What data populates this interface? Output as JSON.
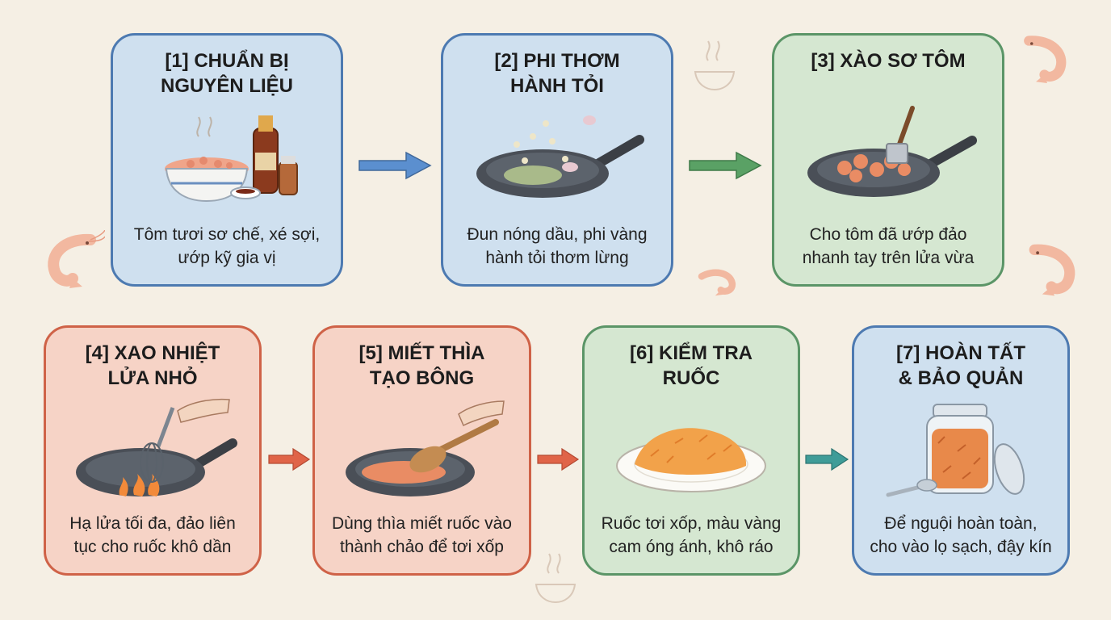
{
  "steps": [
    {
      "title": "[1] CHUẨN BỊ\nNGUYÊN LIỆU",
      "desc": "Tôm tươi sơ chế, xé sợi,\nướp kỹ gia vị"
    },
    {
      "title": "[2] PHI THƠM\nHÀNH TỎI",
      "desc": "Đun nóng dầu, phi vàng\nhành tỏi thơm lừng"
    },
    {
      "title": "[3] XÀO SƠ TÔM",
      "desc": "Cho tôm đã ướp đảo\nnhanh tay trên lửa vừa"
    },
    {
      "title": "[4] XAO NHIỆT\nLỬA NHỎ",
      "desc": "Hạ lửa tối đa, đảo liên\ntục cho ruốc khô dần"
    },
    {
      "title": "[5] MIẾT THÌA\nTẠO BÔNG",
      "desc": "Dùng thìa miết ruốc vào\nthành chảo để tơi xốp"
    },
    {
      "title": "[6] KIỂM TRA\nRUỐC",
      "desc": "Ruốc tơi xốp, màu vàng\ncam óng ánh, khô ráo"
    },
    {
      "title": "[7] HOÀN TẤT\n& BẢO QUẢN",
      "desc": "Để nguội hoàn toàn,\ncho vào lọ sạch, đậy kín"
    }
  ],
  "icons": [
    "shrimp-bowl-icon",
    "pan-garlic-icon",
    "pan-shrimp-icon",
    "pan-whisk-icon",
    "pan-spoon-icon",
    "floss-plate-icon",
    "floss-jar-icon"
  ],
  "colors": {
    "background": "#f5efe4",
    "blue": "#4d7ab1",
    "green": "#5b9567",
    "red": "#cf6247",
    "teal": "#3f9c98"
  }
}
